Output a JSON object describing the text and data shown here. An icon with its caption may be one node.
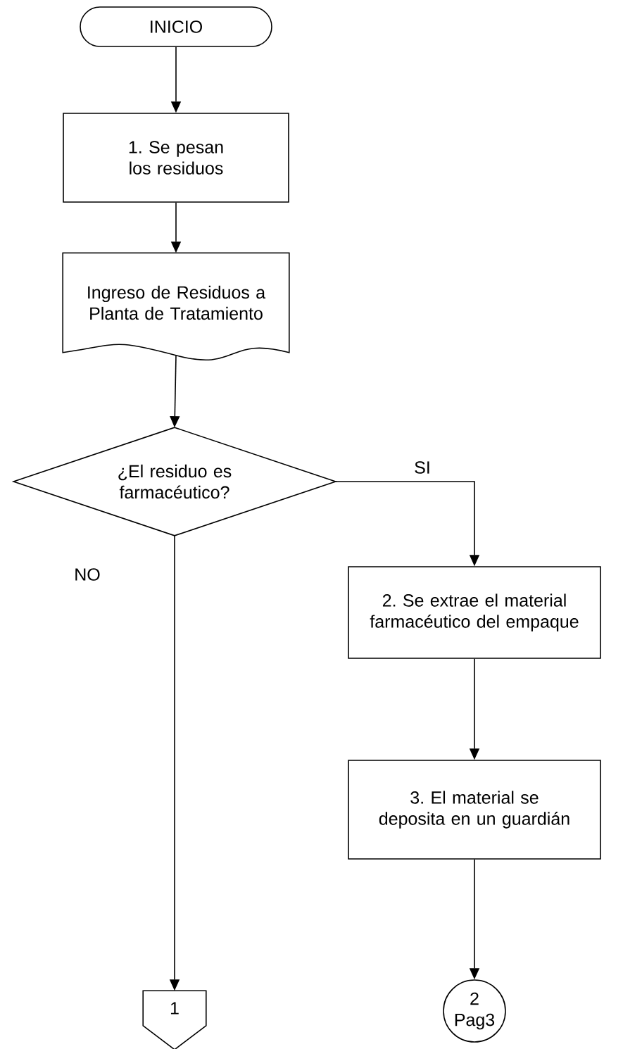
{
  "diagram": {
    "nodes": [
      {
        "text": [
          "INICIO"
        ]
      },
      {
        "text": [
          "1. Se pesan los residuos"
        ]
      },
      {
        "text": [
          "Ingreso de Residuos a Planta de Tratamiento"
        ]
      },
      {
        "text": [
          "¿El residuo es farmacéutico?"
        ]
      },
      {
        "text": [
          "2. Se extrae el material farmacéutico del empaque"
        ]
      },
      {
        "text": [
          "3. El material se deposita en un guardián"
        ]
      },
      {
        "text": [
          "1"
        ]
      },
      {
        "text": [
          "2 Pag3"
        ]
      }
    ],
    "edges": [
      {
        "from": 0,
        "to": 1,
        "arrow": "to"
      },
      {
        "from": 1,
        "to": 2,
        "arrow": "to"
      },
      {
        "from": 2,
        "to": 3,
        "arrow": "to"
      },
      {
        "from": 3,
        "to": 4,
        "arrow": "to",
        "label": "SI"
      },
      {
        "from": 3,
        "to": 6,
        "arrow": "to",
        "label": "NO"
      },
      {
        "from": 4,
        "to": 5,
        "arrow": "to"
      },
      {
        "from": 5,
        "to": 7,
        "arrow": "to"
      }
    ]
  }
}
